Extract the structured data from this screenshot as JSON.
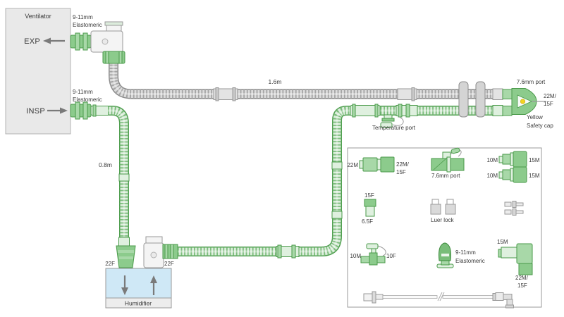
{
  "colors": {
    "circuit_green": "#4a9a4a",
    "circuit_green_light": "#dff0df",
    "exp_tube_gray": "#9e9e9e",
    "humidifier_water": "#cfe8f6",
    "safety_cap_yellow": "#f2d41e",
    "box_fill": "#e9e9e9"
  },
  "ventilator": {
    "title": "Ventilator",
    "exp": "EXP",
    "insp": "INSP"
  },
  "circuit": {
    "elastomeric_line1": "9-11mm",
    "elastomeric_line2": "Elastomeric",
    "exp_limb_length": "1.6m",
    "insp_limb_length": "0.8m",
    "temperature_port": "Temperature port",
    "wye_port": "7.6mm port",
    "wye_size_line1": "22M/",
    "wye_size_line2": "15F",
    "safety_cap_line1": "Yellow",
    "safety_cap_line2": "Safety cap"
  },
  "humidifier": {
    "title": "Humidifier",
    "inlet": "22F",
    "outlet": "22F"
  },
  "legend": {
    "straight_connector": {
      "left": "22M",
      "right_line1": "22M/",
      "right_line2": "15F"
    },
    "port_adapter": {
      "label": "7.6mm port"
    },
    "reducer_top": {
      "left": "10M",
      "right": "15M"
    },
    "reducer_bottom": {
      "left": "10M",
      "right": "15M"
    },
    "catheter_adapter": {
      "top": "15F",
      "bottom": "6.5F"
    },
    "luer_lock": {
      "label": "Luer lock"
    },
    "t_piece": {
      "left": "10M",
      "right": "10F"
    },
    "elastomeric_plug": {
      "line1": "9-11mm",
      "line2": "Elastomeric"
    },
    "elbow_connector": {
      "top": "15M",
      "bottom_line1": "22M/",
      "bottom_line2": "15F"
    }
  }
}
